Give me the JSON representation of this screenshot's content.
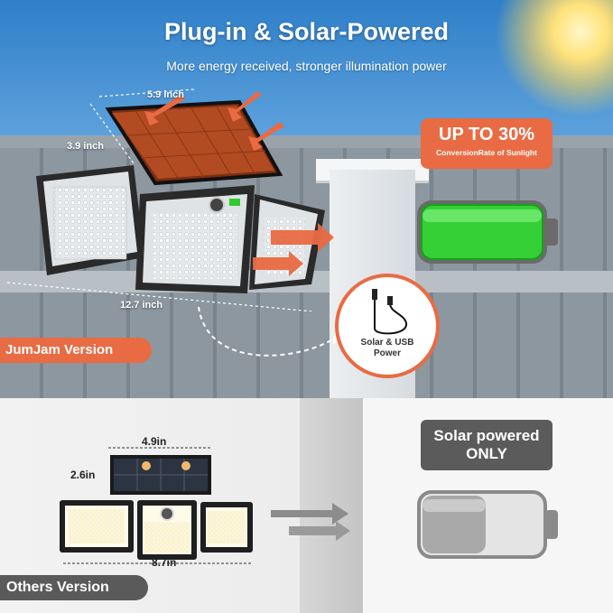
{
  "header": {
    "title": "Plug-in & Solar-Powered",
    "subtitle": "More energy received, stronger illumination power"
  },
  "jumjam": {
    "panel_width": "5.9 inch",
    "panel_height": "3.9 inch",
    "light_width": "12.7 inch",
    "badge_big": "UP TO 30%",
    "badge_small": "ConversionRate of Sunlight",
    "power_label": "Solar & USB Power",
    "version_label": "JumJam Version",
    "battery_level": 1.0,
    "battery_color": "#2ecc2e"
  },
  "others": {
    "panel_width": "4.9in",
    "panel_height": "2.6in",
    "light_width": "8.7in",
    "badge_text": "Solar powered ONLY",
    "version_label": "Others Version",
    "battery_level": 0.5
  },
  "colors": {
    "accent": "#e96b43",
    "others_accent": "#5a5a5a",
    "battery_green": "#2ecc2e"
  }
}
